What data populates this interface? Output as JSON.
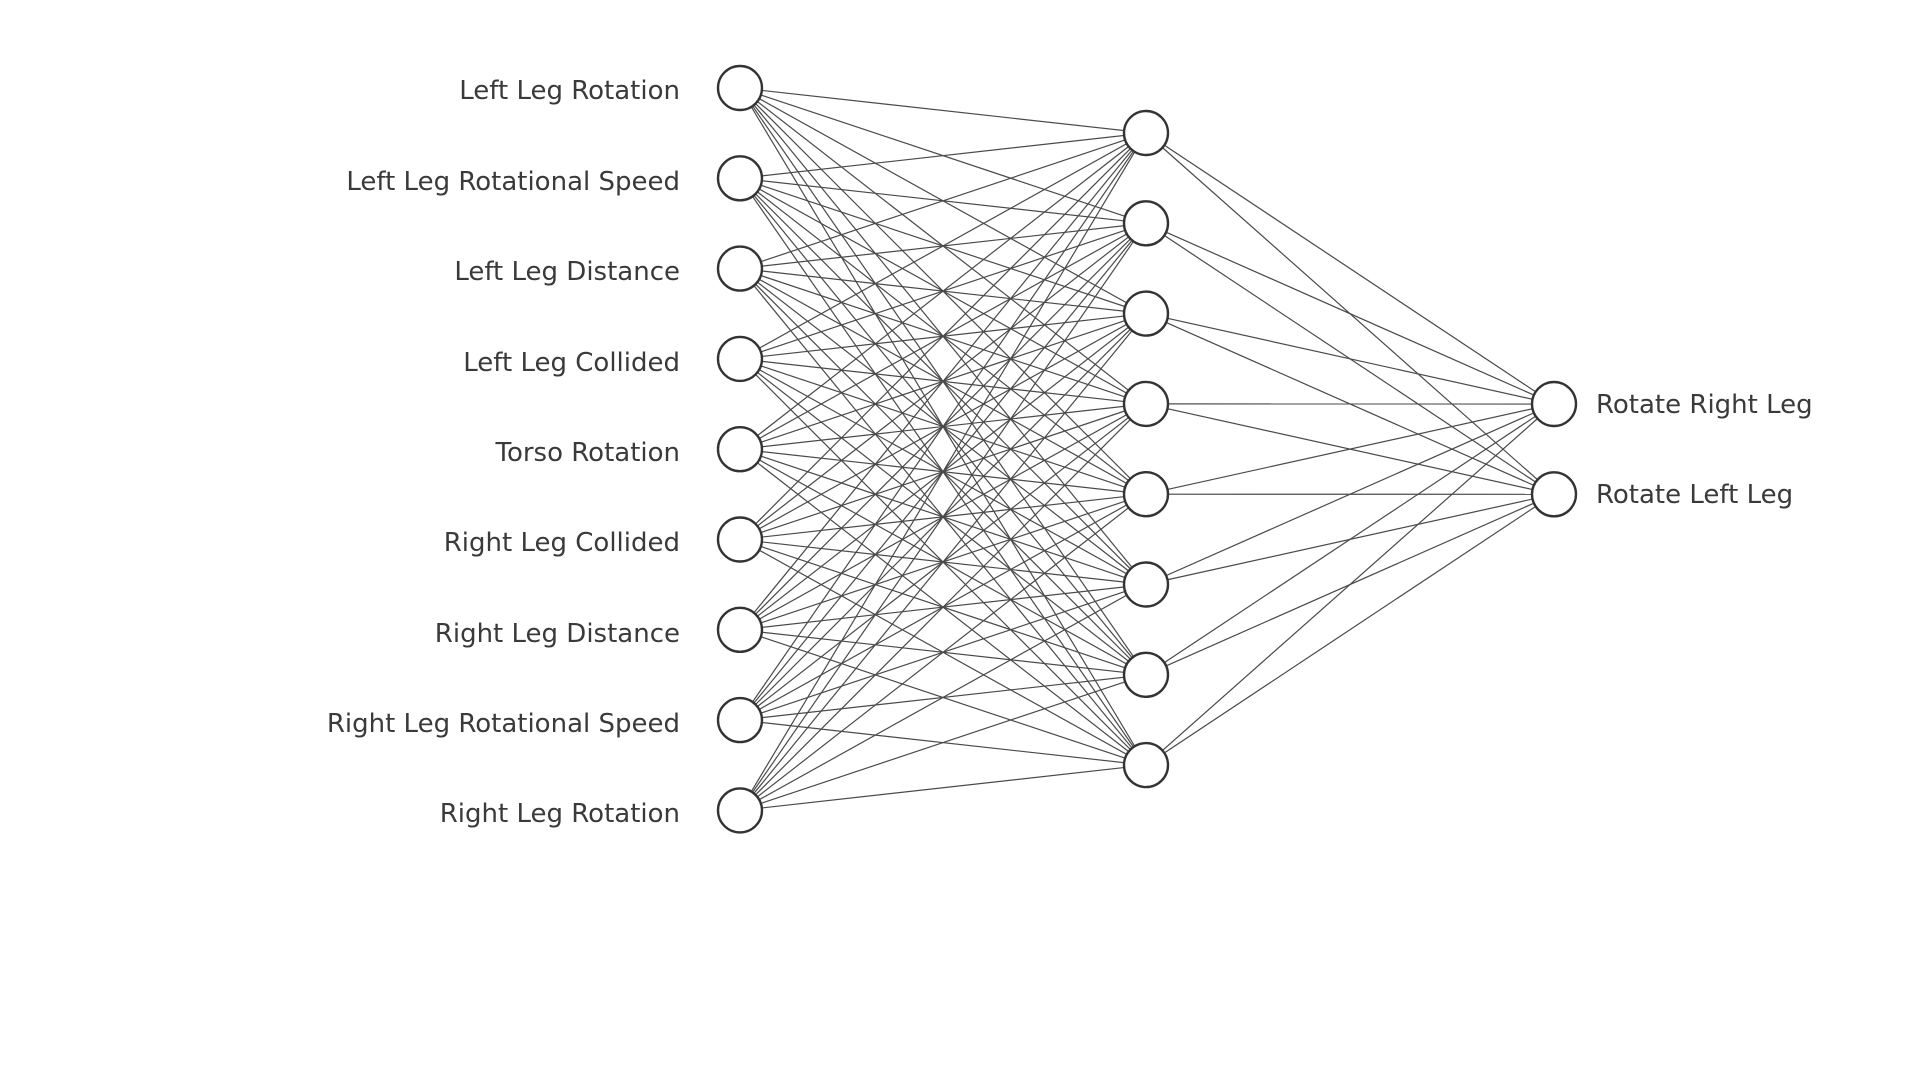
{
  "network": {
    "inputs": [
      {
        "label": "Left Leg Rotation"
      },
      {
        "label": "Left Leg Rotational Speed"
      },
      {
        "label": "Left Leg Distance"
      },
      {
        "label": "Left Leg Collided"
      },
      {
        "label": "Torso Rotation"
      },
      {
        "label": "Right Leg Collided"
      },
      {
        "label": "Right Leg Distance"
      },
      {
        "label": "Right Leg Rotational Speed"
      },
      {
        "label": "Right Leg Rotation"
      }
    ],
    "hidden_count": 8,
    "outputs": [
      {
        "label": "Rotate Right Leg"
      },
      {
        "label": "Rotate Left Leg"
      }
    ]
  }
}
